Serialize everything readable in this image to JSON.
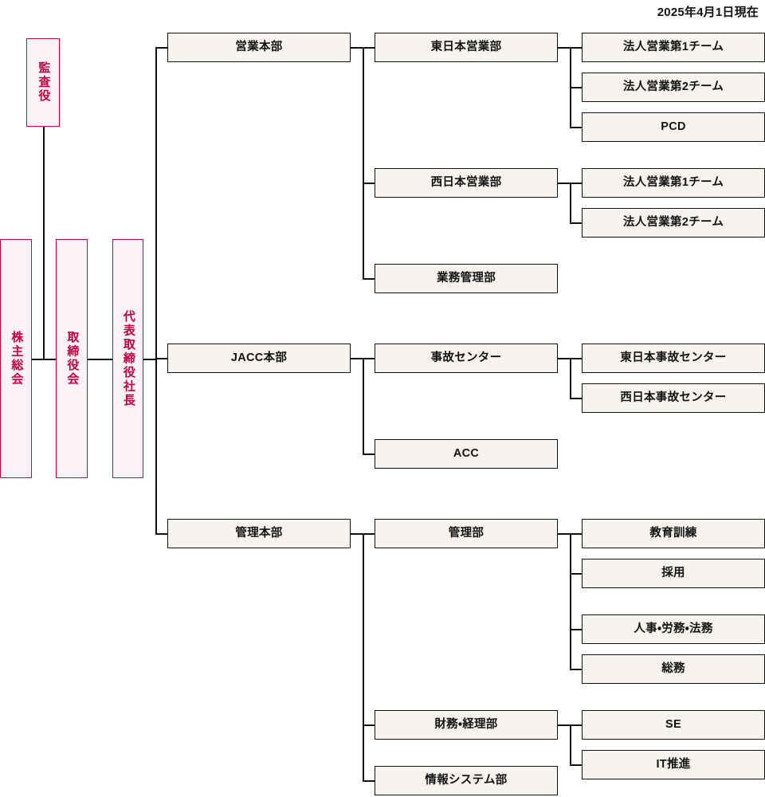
{
  "meta": {
    "caption": "2025年4月1日現在",
    "colors": {
      "node_fill": "#f7f4f0",
      "node_border": "#111111",
      "governance_fill": "#fdf3f7",
      "governance_border": "#bf0043",
      "governance_text": "#bf0043",
      "text": "#111111",
      "background": "#ffffff"
    }
  },
  "governance": {
    "auditor": "監査役",
    "shareholders_meeting": "株主総会",
    "board_of_directors": "取締役会",
    "president": "代表取締役社長"
  },
  "divisions": [
    {
      "id": "sales-hq",
      "label": "営業本部",
      "departments": [
        {
          "id": "east-japan-sales",
          "label": "東日本営業部",
          "teams": [
            {
              "id": "east-corp-team-1",
              "label": "法人営業第1チーム"
            },
            {
              "id": "east-corp-team-2",
              "label": "法人営業第2チーム"
            },
            {
              "id": "east-pcd",
              "label": "PCD"
            }
          ]
        },
        {
          "id": "west-japan-sales",
          "label": "西日本営業部",
          "teams": [
            {
              "id": "west-corp-team-1",
              "label": "法人営業第1チーム"
            },
            {
              "id": "west-corp-team-2",
              "label": "法人営業第2チーム"
            }
          ]
        },
        {
          "id": "operations-management",
          "label": "業務管理部",
          "teams": []
        }
      ]
    },
    {
      "id": "jacc-hq",
      "label": "JACC本部",
      "departments": [
        {
          "id": "accident-center",
          "label": "事故センター",
          "teams": [
            {
              "id": "east-accident-center",
              "label": "東日本事故センター"
            },
            {
              "id": "west-accident-center",
              "label": "西日本事故センター"
            }
          ]
        },
        {
          "id": "acc",
          "label": "ACC",
          "teams": []
        }
      ]
    },
    {
      "id": "admin-hq",
      "label": "管理本部",
      "departments": [
        {
          "id": "admin-dept",
          "label": "管理部",
          "teams": [
            {
              "id": "training",
              "label": "教育訓練"
            },
            {
              "id": "recruiting",
              "label": "採用"
            },
            {
              "id": "hr-labor-legal",
              "label": "人事・労務・法務"
            },
            {
              "id": "general-affairs",
              "label": "総務"
            }
          ]
        },
        {
          "id": "finance-accounting",
          "label": "財務・経理部",
          "teams": [
            {
              "id": "se",
              "label": "SE"
            },
            {
              "id": "it-promotion",
              "label": "IT推進"
            }
          ]
        },
        {
          "id": "information-systems",
          "label": "情報システム部",
          "teams": []
        }
      ]
    }
  ]
}
